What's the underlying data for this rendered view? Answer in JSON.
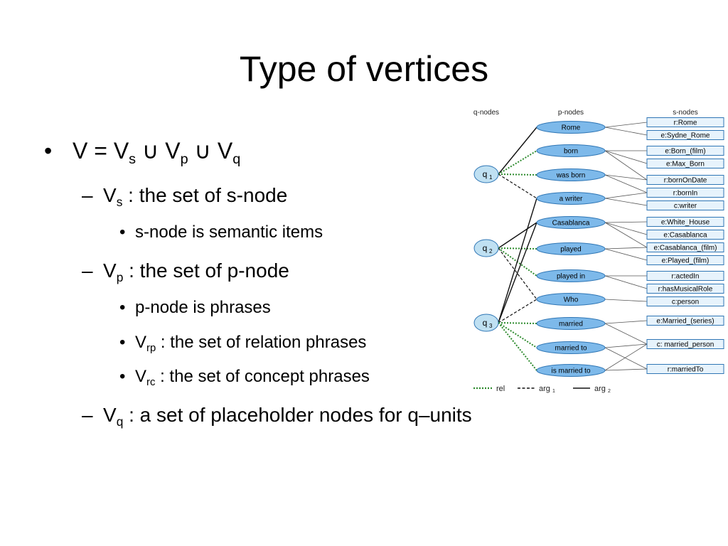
{
  "title": "Type of vertices",
  "bullets": {
    "b1": {
      "mark": "•",
      "t1": "V = V",
      "s1": "s",
      "t2": " ∪ V",
      "s2": "p",
      "t3": " ∪ V",
      "s3": "q"
    },
    "b2": {
      "mark": "–",
      "t1": "V",
      "s1": "s",
      "t2": " : the set of s-node"
    },
    "b3": {
      "mark": "•",
      "text": "s-node is semantic items"
    },
    "b4": {
      "mark": "–",
      "t1": "V",
      "s1": "p",
      "t2": " : the set of p-node"
    },
    "b5": {
      "mark": "•",
      "text": "p-node is phrases"
    },
    "b6": {
      "mark": "•",
      "t1": "V",
      "s1": "rp",
      "t2": " : the set of relation phrases"
    },
    "b7": {
      "mark": "•",
      "t1": "V",
      "s1": "rc",
      "t2": " : the set of concept phrases"
    },
    "b8": {
      "mark": "–",
      "t1": "V",
      "s1": "q",
      "t2": " : a set of placeholder nodes for q–units"
    }
  },
  "diagram": {
    "headers": {
      "q": "q-nodes",
      "p": "p-nodes",
      "s": "s-nodes"
    },
    "q_nodes": [
      {
        "id": "q1",
        "letter": "q",
        "sub": "1"
      },
      {
        "id": "q2",
        "letter": "q",
        "sub": "2"
      },
      {
        "id": "q3",
        "letter": "q",
        "sub": "3"
      }
    ],
    "p_nodes": [
      "Rome",
      "born",
      "was born",
      "a writer",
      "Casablanca",
      "played",
      "played in",
      "Who",
      "married",
      "married to",
      "is married to"
    ],
    "s_nodes": [
      "r:Rome",
      "e:Sydne_Rome",
      "e:Born_(film)",
      "e:Max_Born",
      "r:bornOnDate",
      "r:bornIn",
      "c:writer",
      "e:White_House",
      "e:Casablanca",
      "e:Casablanca_(film)",
      "e:Played_(film)",
      "r:actedIn",
      "r:hasMusicalRole",
      "c:person",
      "e:Married_(series)",
      "c: married_person",
      "r:marriedTo"
    ],
    "edges": [
      [
        "q1",
        "Rome",
        "arg2"
      ],
      [
        "q1",
        "born",
        "rel"
      ],
      [
        "q1",
        "was born",
        "rel"
      ],
      [
        "q1",
        "a writer",
        "arg1"
      ],
      [
        "q2",
        "Casablanca",
        "arg2"
      ],
      [
        "q2",
        "played",
        "rel"
      ],
      [
        "q2",
        "played in",
        "rel"
      ],
      [
        "q2",
        "Who",
        "arg1"
      ],
      [
        "q3",
        "a writer",
        "arg2"
      ],
      [
        "q3",
        "Casablanca",
        "arg2"
      ],
      [
        "q3",
        "Who",
        "arg1"
      ],
      [
        "q3",
        "married",
        "rel"
      ],
      [
        "q3",
        "married to",
        "rel"
      ],
      [
        "q3",
        "is married to",
        "rel"
      ]
    ],
    "links": [
      [
        "Rome",
        "r:Rome"
      ],
      [
        "Rome",
        "e:Sydne_Rome"
      ],
      [
        "born",
        "e:Born_(film)"
      ],
      [
        "born",
        "e:Max_Born"
      ],
      [
        "born",
        "r:bornOnDate"
      ],
      [
        "was born",
        "r:bornOnDate"
      ],
      [
        "was born",
        "r:bornIn"
      ],
      [
        "a writer",
        "r:bornIn"
      ],
      [
        "a writer",
        "c:writer"
      ],
      [
        "Casablanca",
        "e:White_House"
      ],
      [
        "Casablanca",
        "e:Casablanca"
      ],
      [
        "Casablanca",
        "e:Casablanca_(film)"
      ],
      [
        "played",
        "e:Casablanca_(film)"
      ],
      [
        "played",
        "e:Played_(film)"
      ],
      [
        "played in",
        "r:actedIn"
      ],
      [
        "played in",
        "r:hasMusicalRole"
      ],
      [
        "Who",
        "c:person"
      ],
      [
        "married",
        "e:Married_(series)"
      ],
      [
        "married",
        "c: married_person"
      ],
      [
        "married to",
        "c: married_person"
      ],
      [
        "married to",
        "r:marriedTo"
      ],
      [
        "is married to",
        "c: married_person"
      ],
      [
        "is married to",
        "r:marriedTo"
      ]
    ],
    "legend": {
      "rel": "rel",
      "arg1": "arg",
      "arg1_sub": "1",
      "arg2": "arg",
      "arg2_sub": "2"
    },
    "colors": {
      "ellipse_fill": "#bfe0f2",
      "ellipse_stroke": "#2f76b5",
      "p_fill": "#7db9ea",
      "s_fill": "#e7f3fc",
      "s_stroke": "#2f76b5",
      "rel": "#2e8b2e",
      "arg": "#111111",
      "link": "#555555"
    }
  }
}
